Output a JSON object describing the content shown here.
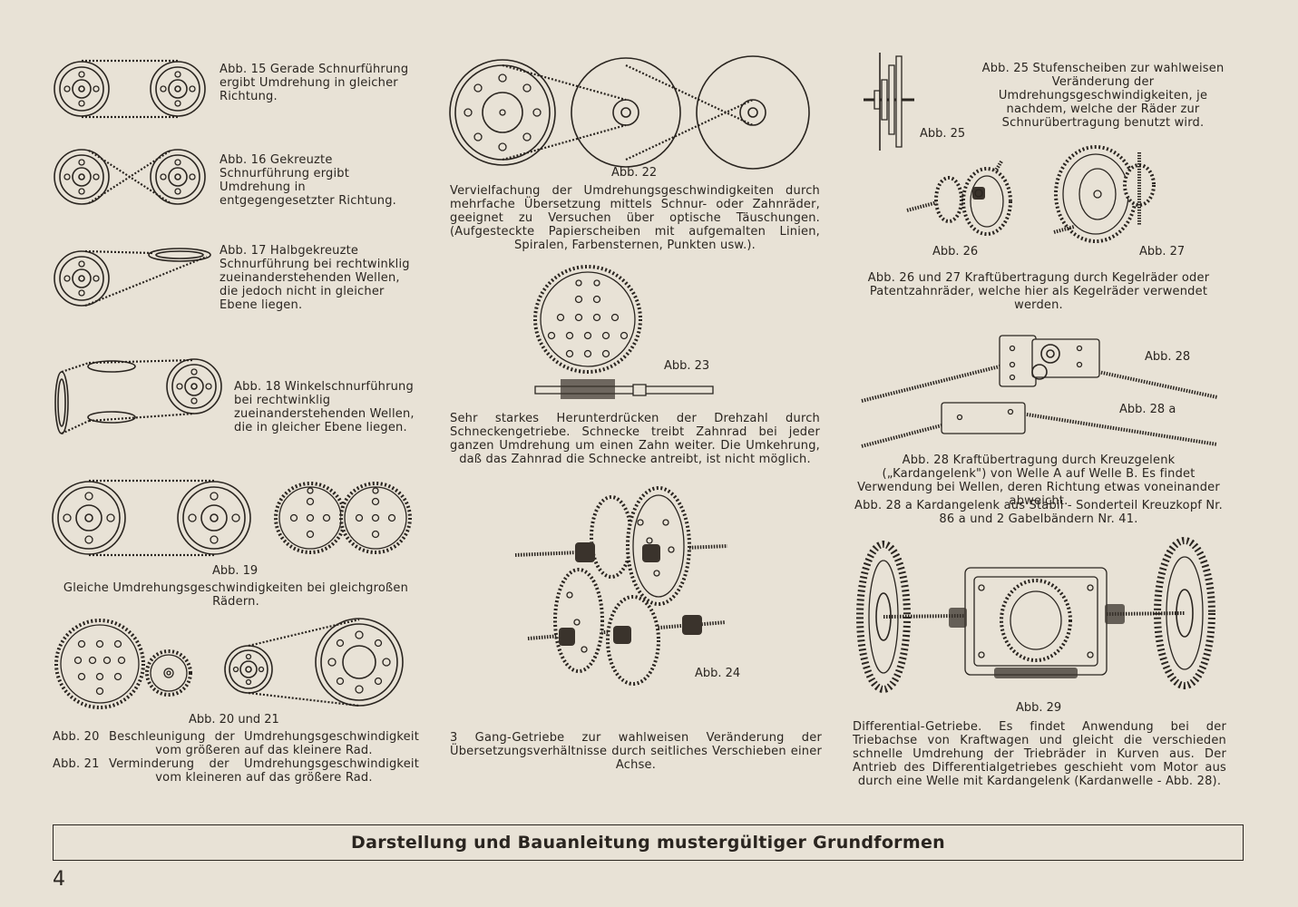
{
  "captions": {
    "abb15": "Abb. 15 Gerade Schnurführung ergibt Umdrehung in gleicher Richtung.",
    "abb16": "Abb. 16 Gekreuzte Schnurführung ergibt Umdrehung in entgegengesetzter Richtung.",
    "abb17": "Abb. 17 Halbgekreuzte Schnurführung bei rechtwinklig zueinanderstehenden Wellen, die jedoch nicht in gleicher Ebene liegen.",
    "abb18": "Abb. 18 Winkelschnurführung bei rechtwinklig zueinanderstehenden Wellen, die in gleicher Ebene liegen.",
    "abb19_label": "Abb. 19",
    "abb19": "Gleiche Umdrehungsgeschwindigkeiten bei gleichgroßen Rädern.",
    "abb20_21_label": "Abb. 20 und 21",
    "abb20_label": "Abb. 20",
    "abb20": "Beschleunigung der Umdrehungsgeschwindigkeit vom größeren auf das kleinere Rad.",
    "abb21_label": "Abb. 21",
    "abb21": "Verminderung der Umdrehungsgeschwindigkeit vom kleineren auf das größere Rad.",
    "abb22_label": "Abb. 22",
    "abb22": "Vervielfachung der Umdrehungsgeschwindigkeiten durch mehrfache Übersetzung mittels Schnur- oder Zahnräder, geeignet zu Versuchen über optische Täuschungen. (Aufgesteckte Papierscheiben mit aufgemalten Linien, Spiralen, Farbensternen, Punkten usw.).",
    "abb23_label": "Abb. 23",
    "abb23": "Sehr starkes Herunterdrücken der Drehzahl durch Schneckengetriebe. Schnecke treibt Zahnrad bei jeder ganzen Umdrehung um einen Zahn weiter. Die Umkehrung, daß das Zahnrad die Schnecke antreibt, ist nicht möglich.",
    "abb24_label": "Abb. 24",
    "abb24": "3 Gang-Getriebe zur wahlweisen Veränderung der Übersetzungsverhältnisse durch seitliches Verschieben einer Achse.",
    "abb25_label": "Abb. 25",
    "abb25": "Abb. 25 Stufenscheiben zur wahlweisen Veränderung der Umdrehungsgeschwindigkeiten, je nachdem, welche der Räder zur Schnurübertragung benutzt wird.",
    "abb26_label": "Abb. 26",
    "abb27_label": "Abb. 27",
    "abb26_27": "Abb. 26 und 27 Kraftübertragung durch Kegelräder oder Patentzahnräder, welche hier als Kegelräder verwendet werden.",
    "abb28_label": "Abb. 28",
    "abb28a_label": "Abb. 28 a",
    "abb28": "Abb. 28 Kraftübertragung durch Kreuzgelenk („Kardangelenk\") von Welle A auf Welle B. Es findet Verwendung bei Wellen, deren Richtung etwas voneinander abweicht.",
    "abb28a": "Abb. 28 a Kardangelenk aus Stabil - Sonderteil Kreuzkopf Nr. 86 a und 2 Gabelbändern Nr. 41.",
    "abb29_label": "Abb. 29",
    "abb29": "Differential-Getriebe. Es findet Anwendung bei der Triebachse von Kraftwagen und gleicht die verschieden schnelle Umdrehung der Triebräder in Kurven aus. Der Antrieb des Differentialgetriebes geschieht vom Motor aus durch eine Welle mit Kardangelenk (Kardanwelle - Abb. 28)."
  },
  "footer": {
    "title": "Darstellung und Bauanleitung mustergültiger Grundformen",
    "page_number": "4"
  },
  "colors": {
    "paper": "#e8e2d6",
    "ink": "#2a2520"
  }
}
